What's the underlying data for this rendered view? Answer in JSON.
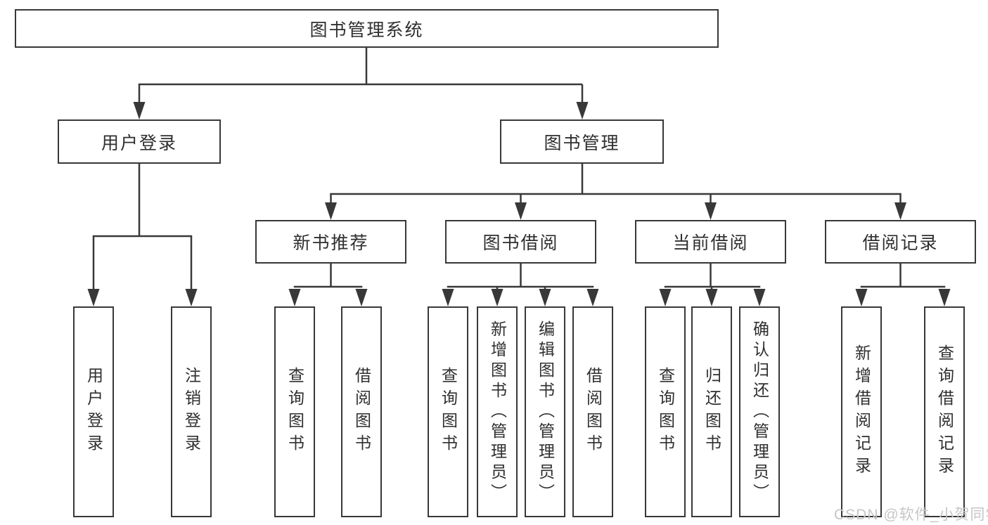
{
  "diagram": {
    "title": "图书管理系统",
    "level1": [
      {
        "label": "用户登录"
      },
      {
        "label": "图书管理"
      }
    ],
    "level2": [
      {
        "label": "新书推荐",
        "parent": "图书管理"
      },
      {
        "label": "图书借阅",
        "parent": "图书管理"
      },
      {
        "label": "当前借阅",
        "parent": "图书管理"
      },
      {
        "label": "借阅记录",
        "parent": "图书管理"
      }
    ],
    "leaves": [
      {
        "label": "用户登录",
        "parent": "用户登录"
      },
      {
        "label": "注销登录",
        "parent": "用户登录"
      },
      {
        "label": "查询图书",
        "parent": "新书推荐"
      },
      {
        "label": "借阅图书",
        "parent": "新书推荐"
      },
      {
        "label": "查询图书",
        "parent": "图书借阅"
      },
      {
        "label": "新增图书（管理员）",
        "parent": "图书借阅"
      },
      {
        "label": "编辑图书（管理员）",
        "parent": "图书借阅"
      },
      {
        "label": "借阅图书",
        "parent": "图书借阅"
      },
      {
        "label": "查询图书",
        "parent": "当前借阅"
      },
      {
        "label": "归还图书",
        "parent": "当前借阅"
      },
      {
        "label": "确认归还（管理员）",
        "parent": "当前借阅"
      },
      {
        "label": "新增借阅记录",
        "parent": "借阅记录"
      },
      {
        "label": "查询借阅记录",
        "parent": "借阅记录"
      }
    ]
  },
  "watermark": {
    "text": "CSDN @软件_小贺同学"
  },
  "colors": {
    "line": "#383838",
    "box_border": "#383838",
    "text": "#2f2f2f",
    "watermark": "#c6c6c6",
    "background": "#ffffff"
  }
}
